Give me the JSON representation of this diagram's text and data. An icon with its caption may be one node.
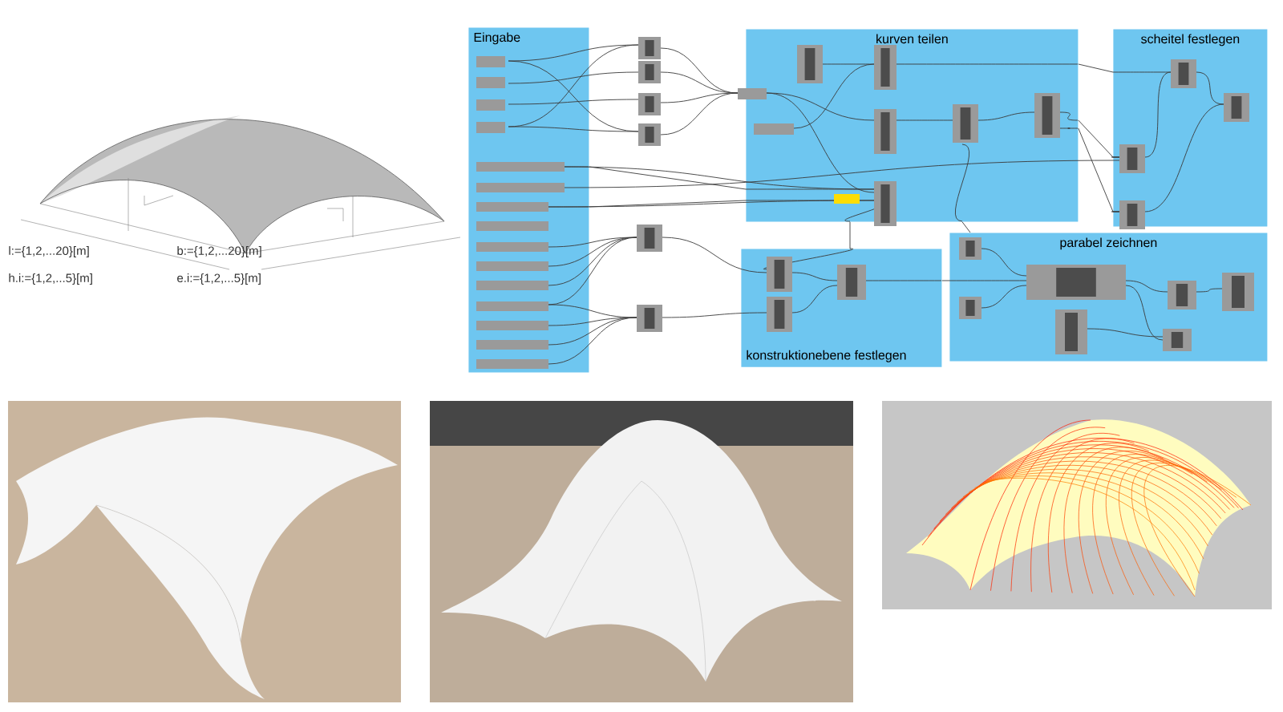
{
  "diagram": {
    "nodes": [
      {
        "text": [
          "Eingabe"
        ]
      },
      {
        "text": [
          "kurven teilen"
        ]
      },
      {
        "text": [
          "scheitel festlegen"
        ]
      },
      {
        "text": [
          "parabel zeichnen"
        ]
      },
      {
        "text": [
          "konstruktionebene festlegen"
        ]
      }
    ],
    "edges": [
      {
        "from": 0,
        "to": 1,
        "arrow": "none"
      },
      {
        "from": 0,
        "to": 1,
        "arrow": "none"
      },
      {
        "from": 1,
        "to": 2,
        "arrow": "none"
      },
      {
        "from": 1,
        "to": 2,
        "arrow": "none"
      },
      {
        "from": 1,
        "to": 2,
        "arrow": "none"
      },
      {
        "from": 1,
        "to": 4,
        "arrow": "none"
      },
      {
        "from": 1,
        "to": 3,
        "arrow": "none"
      },
      {
        "from": 4,
        "to": 3,
        "arrow": "none"
      }
    ],
    "labels": [
      "l:={1,2,...20}[m]",
      "b:={1,2,...20}[m]",
      "h.i:={1,2,...5}[m]",
      "e.i:={1,2,...5}[m]"
    ]
  }
}
